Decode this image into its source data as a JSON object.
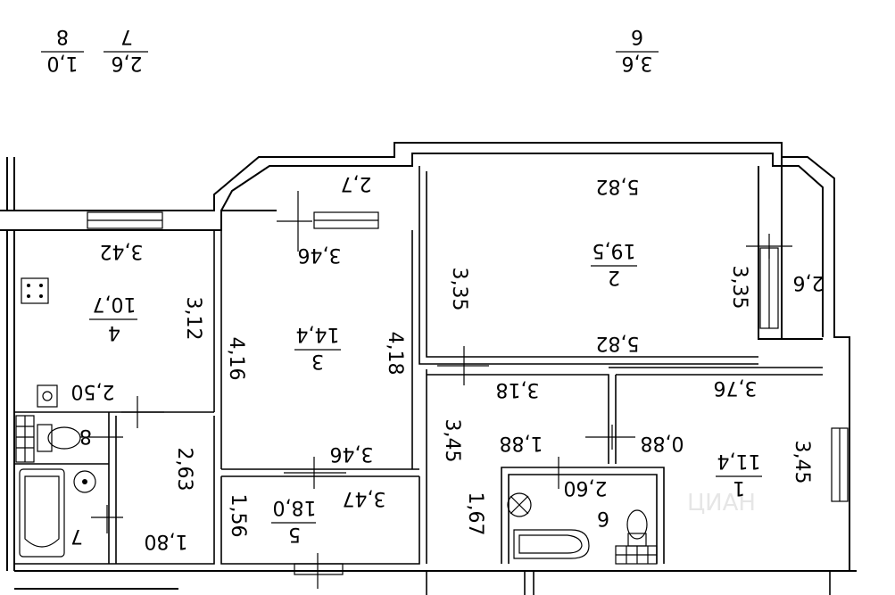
{
  "watermark": "ЦИАН",
  "top_labels": [
    {
      "id": "a",
      "top": "1,0",
      "bottom": "8"
    },
    {
      "id": "b",
      "top": "2,6",
      "bottom": "7"
    },
    {
      "id": "c",
      "top": "3,6",
      "bottom": "6"
    }
  ],
  "rooms": {
    "r1": {
      "number": "1",
      "area": "11,4"
    },
    "r2": {
      "number": "2",
      "area": "19,5"
    },
    "r3": {
      "number": "3",
      "area": "14,4"
    },
    "r4": {
      "number": "4",
      "area": "10,7"
    },
    "r5": {
      "number": "5",
      "area": "18,0"
    },
    "r6": {
      "number": "6"
    },
    "r7": {
      "number": "7"
    },
    "r8": {
      "number": "8"
    }
  },
  "dims": {
    "balcony_27": "2,7",
    "room2_top": "5,82",
    "room2_bottom": "5,82",
    "room2_left": "3,35",
    "room2_right": "3,35",
    "balcony_26": "2,6",
    "room4_top": "3,42",
    "room4_right": "3,12",
    "room3_top": "3,46",
    "room3_left": "4,16",
    "room3_right": "4,18",
    "room3_bottom": "3,46",
    "hall_250": "2,50",
    "room1_top": "3,76",
    "room1_right": "3,45",
    "room1_088": "0,88",
    "corr_318": "3,18",
    "corr_345": "3,45",
    "corr_188": "1,88",
    "corr_167": "1,67",
    "bath6_260": "2,60",
    "room5_347": "3,47",
    "room5_156": "1,56",
    "left_263": "2,63",
    "left_180": "1,80"
  }
}
